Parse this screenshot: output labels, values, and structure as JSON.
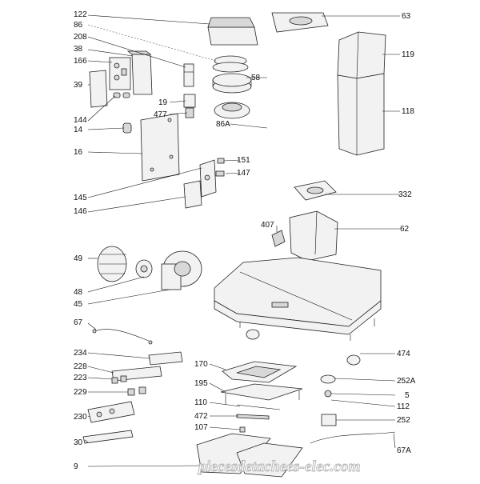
{
  "parts": [
    {
      "id": "p122",
      "label": "122"
    },
    {
      "id": "p86",
      "label": "86"
    },
    {
      "id": "p208",
      "label": "208"
    },
    {
      "id": "p38",
      "label": "38"
    },
    {
      "id": "p166",
      "label": "166"
    },
    {
      "id": "p39",
      "label": "39"
    },
    {
      "id": "p144",
      "label": "144"
    },
    {
      "id": "p14",
      "label": "14"
    },
    {
      "id": "p16",
      "label": "16"
    },
    {
      "id": "p19",
      "label": "19"
    },
    {
      "id": "p477",
      "label": "477"
    },
    {
      "id": "p86a",
      "label": "86A"
    },
    {
      "id": "p58",
      "label": "58"
    },
    {
      "id": "p63",
      "label": "63"
    },
    {
      "id": "p119",
      "label": "119"
    },
    {
      "id": "p118",
      "label": "118"
    },
    {
      "id": "p151",
      "label": "151"
    },
    {
      "id": "p147",
      "label": "147"
    },
    {
      "id": "p145",
      "label": "145"
    },
    {
      "id": "p146",
      "label": "146"
    },
    {
      "id": "p332",
      "label": "332"
    },
    {
      "id": "p407",
      "label": "407"
    },
    {
      "id": "p62",
      "label": "62"
    },
    {
      "id": "p49",
      "label": "49"
    },
    {
      "id": "p48",
      "label": "48"
    },
    {
      "id": "p45",
      "label": "45"
    },
    {
      "id": "p67",
      "label": "67"
    },
    {
      "id": "p234",
      "label": "234"
    },
    {
      "id": "p228",
      "label": "228"
    },
    {
      "id": "p223",
      "label": "223"
    },
    {
      "id": "p229",
      "label": "229"
    },
    {
      "id": "p230",
      "label": "230"
    },
    {
      "id": "p30",
      "label": "30"
    },
    {
      "id": "p9",
      "label": "9"
    },
    {
      "id": "p170",
      "label": "170"
    },
    {
      "id": "p195",
      "label": "195"
    },
    {
      "id": "p110",
      "label": "110"
    },
    {
      "id": "p472",
      "label": "472"
    },
    {
      "id": "p107",
      "label": "107"
    },
    {
      "id": "p474",
      "label": "474"
    },
    {
      "id": "p252a",
      "label": "252A"
    },
    {
      "id": "p5",
      "label": "5"
    },
    {
      "id": "p112",
      "label": "112"
    },
    {
      "id": "p252",
      "label": "252"
    },
    {
      "id": "p67a",
      "label": "67A"
    }
  ],
  "watermark": "piecesdetachees-elec.com"
}
